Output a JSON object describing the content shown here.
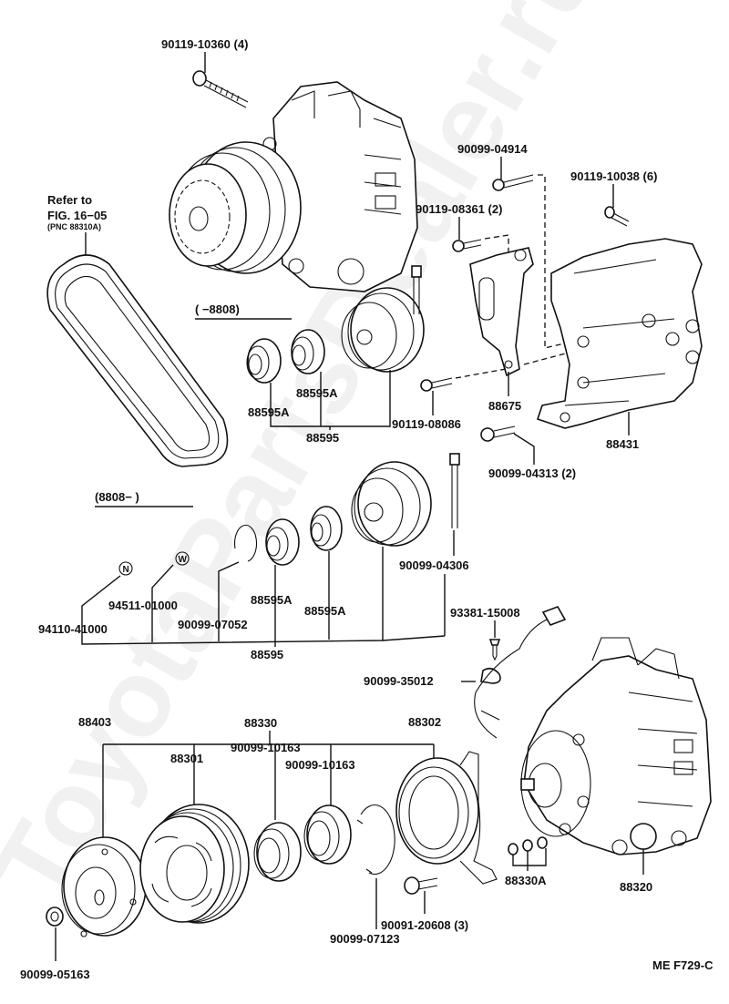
{
  "diagram": {
    "drawing_code": "ME F729-C",
    "watermark": "ToyotaCatalog-style watermark",
    "watermark_text": "ToyotaPartsDealer.ru",
    "refer_note": {
      "line1": "Refer to",
      "line2": "FIG. 16−05",
      "line3": "(PNC 88310A)"
    },
    "ranges": {
      "upper": "(        −8808)",
      "lower": "(8808−        )"
    },
    "symbols": {
      "n_symbol": "N",
      "w_symbol": "W"
    },
    "labels": {
      "bolt_top": "90119-10360 (4)",
      "bolt_90099_04914": "90099-04914",
      "bolt_90119_10038": "90119-10038 (6)",
      "bolt_90119_08361": "90119-08361 (2)",
      "upper_bearing_a1": "88595A",
      "upper_bearing_a2": "88595A",
      "upper_pulley_assy": "88595",
      "bracket_88675": "88675",
      "bolt_90119_08086": "90119-08086",
      "bracket_88431": "88431",
      "bolt_90099_04313": "90099-04313 (2)",
      "bolt_90099_04306": "90099-04306",
      "lower_bearing_a1": "88595A",
      "lower_bearing_a2": "88595A",
      "lower_pulley_assy": "88595",
      "snap_ring_90099_07052": "90099-07052",
      "part_94511_01000": "94511-01000",
      "part_94110_41000": "94110-41000",
      "screw_93381_15008": "93381-15008",
      "clamp_90099_35012": "90099-35012",
      "clutch_assy_88330": "88330",
      "plate_88403": "88403",
      "pulley_88301": "88301",
      "bearing_90099_10163_a": "90099-10163",
      "bearing_90099_10163_b": "90099-10163",
      "coil_88302": "88302",
      "nut_90099_05163": "90099-05163",
      "snap_ring_90099_07123": "90099-07123",
      "bolt_90091_20608": "90091-20608 (3)",
      "shim_88330A": "88330A",
      "compressor_88320": "88320"
    }
  }
}
